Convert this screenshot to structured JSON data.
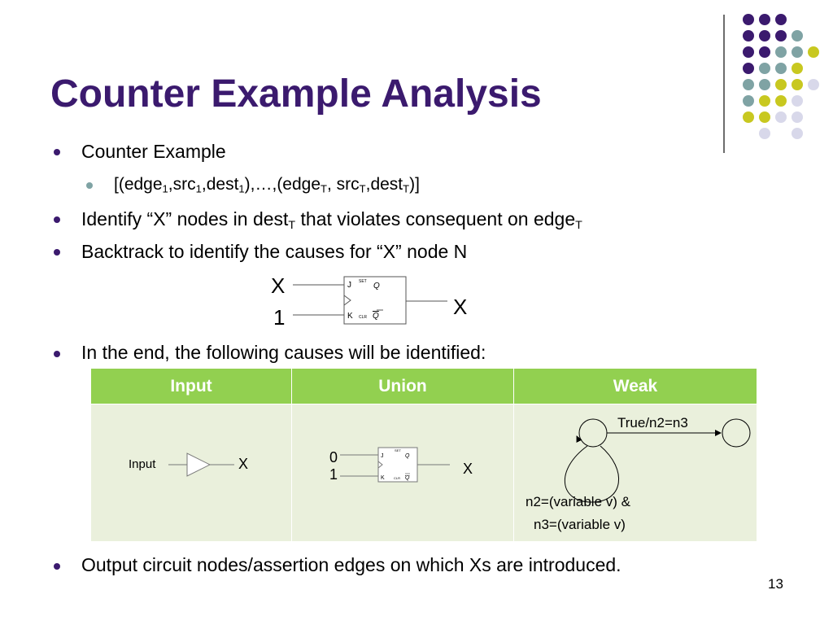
{
  "slide": {
    "title": "Counter Example Analysis",
    "page_number": "13"
  },
  "bullets": {
    "b1": "Counter Example",
    "b1_sub": {
      "p1": "[(edge",
      "s1": "1",
      "p2": ",src",
      "s2": "1",
      "p3": ",dest",
      "s3": "1",
      "p4": "),…,(edge",
      "s4": "T",
      "p5": ", src",
      "s5": "T",
      "p6": ",dest",
      "s6": "T",
      "p7": ")]"
    },
    "b2": {
      "p1": "Identify “X” nodes in dest",
      "s1": "T",
      "p2": " that violates consequent on edge",
      "s2": "T"
    },
    "b3": "Backtrack to identify the causes for “X” node N",
    "b4": "In the end, the following causes will be identified:",
    "b5": "Output circuit nodes/assertion edges on which Xs are introduced."
  },
  "flipflop_main": {
    "in_j": "X",
    "in_k": "1",
    "out": "X",
    "pin_j": "J",
    "pin_k": "K",
    "pin_q": "Q",
    "pin_qbar": "Q",
    "pin_set": "SET",
    "pin_clr": "CLR"
  },
  "table": {
    "headers": [
      "Input",
      "Union",
      "Weak"
    ],
    "input_cell": {
      "label": "Input",
      "out": "X"
    },
    "union_cell": {
      "in_j": "0",
      "in_k": "1",
      "out": "X",
      "pin_j": "J",
      "pin_k": "K",
      "pin_q": "Q",
      "pin_qbar": "Q",
      "pin_set": "SET",
      "pin_clr": "CLR"
    },
    "weak_cell": {
      "edge_label": "True/n2=n3",
      "loop_label_1": "n2=(variable v) &",
      "loop_label_2": "n3=(variable v)"
    }
  },
  "colors": {
    "title": "#3b1a6e",
    "header_bg": "#92d050",
    "cell_bg": "#eaf0dc",
    "dot_purple": "#3b1a6e",
    "dot_teal": "#7fa3a4",
    "dot_yellow": "#c8c820",
    "dot_lavender": "#d8d8ea"
  }
}
